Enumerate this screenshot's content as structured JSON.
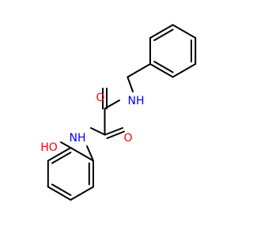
{
  "molecule": {
    "atoms": {
      "o_upper": {
        "label": "O",
        "color": "#ff0000"
      },
      "nh_upper": {
        "label": "NH",
        "color": "#0000ff"
      },
      "nh_lower": {
        "label": "NH",
        "color": "#0000ff"
      },
      "o_lower": {
        "label": "O",
        "color": "#ff0000"
      },
      "ho": {
        "label": "HO",
        "color": "#ff0000"
      }
    },
    "bond_color": "#000000"
  }
}
